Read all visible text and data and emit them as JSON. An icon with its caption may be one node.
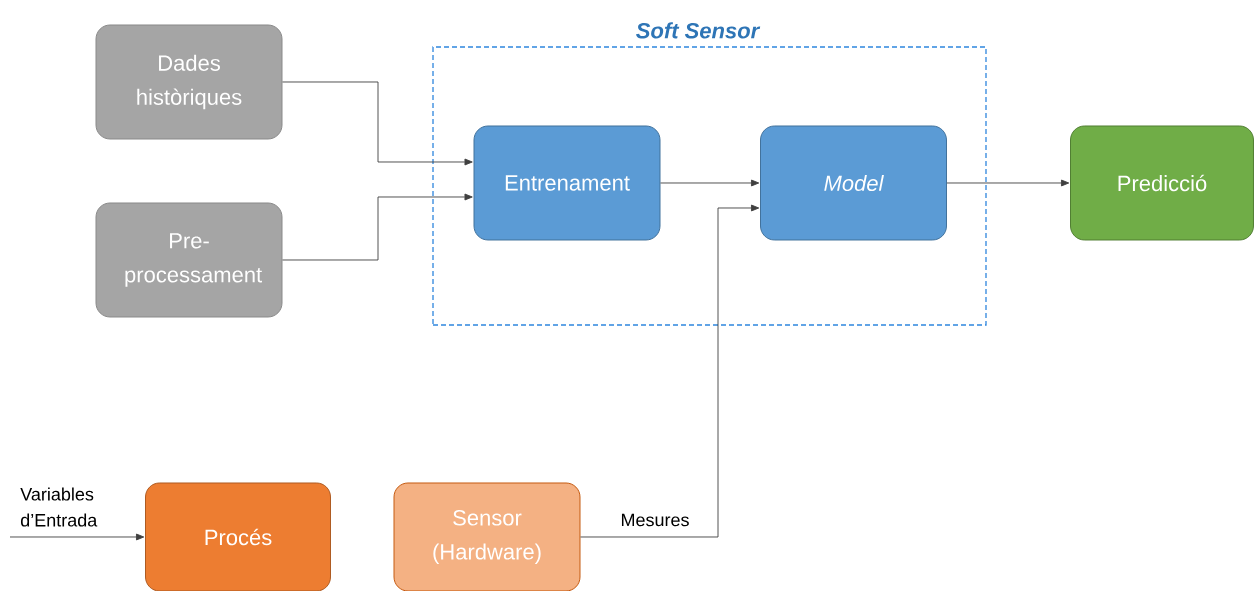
{
  "diagram": {
    "nodes": [
      {
        "text": [
          "Soft Sensor"
        ]
      },
      {
        "text": [
          "Dades històriques"
        ]
      },
      {
        "text": [
          "Pre-processament"
        ]
      },
      {
        "text": [
          "Entrenament"
        ],
        "in": 0
      },
      {
        "text": [
          "Model"
        ],
        "in": 0
      },
      {
        "text": [
          "Predicció"
        ]
      },
      {
        "text": [
          "Procés"
        ]
      },
      {
        "text": [
          "Sensor (Hardware)"
        ]
      }
    ],
    "edges": [
      {
        "from": 1,
        "to": 3,
        "arrow": "to"
      },
      {
        "from": 2,
        "to": 3,
        "arrow": "to"
      },
      {
        "from": 3,
        "to": 4,
        "arrow": "to"
      },
      {
        "from": 4,
        "to": 5,
        "arrow": "to"
      },
      {
        "from": 7,
        "to": 4,
        "arrow": "to",
        "label": "Mesures"
      },
      {
        "from": null,
        "to": 6,
        "arrow": "to",
        "label": "Variables d’Entrada"
      }
    ]
  }
}
